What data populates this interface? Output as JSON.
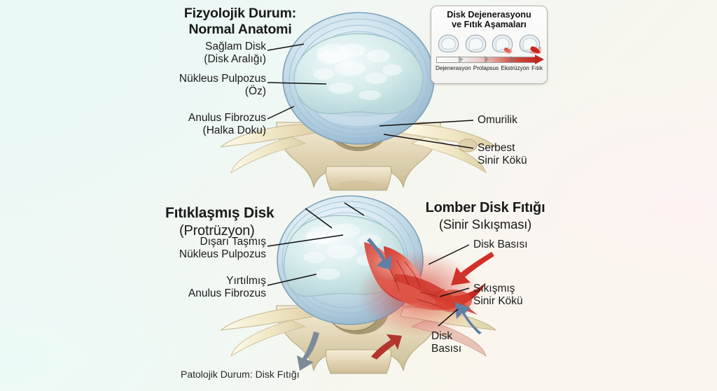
{
  "meta": {
    "language": "tr",
    "subject": "Lomber Disk Fıtığı - Normal Anatomi ve Fıtıklaşmış Disk karşılaştırması"
  },
  "colors": {
    "background_top_left": "#e9f9f7",
    "background_bottom_right": "#fbf7f0",
    "text": "#1a1a1a",
    "leader_line": "#111111",
    "herniation_red": "#d0342a",
    "nerve_arrow_blue": "#5b7fa6",
    "disk_blue": "#b9d4e3",
    "bone_cream": "#e6dcc2",
    "inset_border": "#b9b7ae"
  },
  "top_panel": {
    "title": "Fizyolojik Durum:\nNormal Anatomi",
    "labels_left": [
      {
        "id": "saglam-disk",
        "text": "Sağlam Disk\n(Disk Aralığı)"
      },
      {
        "id": "nukleus-pulpozus",
        "text": "Nükleus Pulpozus\n(Öz)"
      },
      {
        "id": "anulus-fibrozus",
        "text": "Anulus Fibrozus\n(Halka Doku)"
      }
    ],
    "labels_right": [
      {
        "id": "omurilik",
        "text": "Omurilik"
      },
      {
        "id": "serbest-sinir-koku",
        "text": "Serbest\nSinir Kökü"
      }
    ]
  },
  "bottom_panel": {
    "title_left": "Fıtıklaşmış Disk",
    "subtitle_left": "(Protrüzyon)",
    "title_right": "Lomber Disk Fıtığı",
    "subtitle_right": "(Sinir Sıkışması)",
    "labels_left": [
      {
        "id": "disari-tasmis-nukleus",
        "text": "Dışarı Taşmış\nNükleus Pulpozus"
      },
      {
        "id": "yirtilmis-anulus",
        "text": "Yırtılmış\nAnulus Fibrozus"
      }
    ],
    "labels_right": [
      {
        "id": "disk-basisi-ust",
        "text": "Disk Basısı"
      },
      {
        "id": "sikismis-sinir-koku",
        "text": "Sıkışmış\nSinir Kökü"
      },
      {
        "id": "disk-basisi-alt",
        "text": "Disk\nBasısı"
      }
    ],
    "caption": "Patolojik Durum: Disk Fıtığı"
  },
  "inset": {
    "title": "Disk Dejenerasyonu\nve Fıtık Aşamaları",
    "stages": [
      {
        "label": "Dejenerasyon",
        "severity": 0
      },
      {
        "label": "Prolapsus",
        "severity": 1
      },
      {
        "label": "Ekstrüzyon",
        "severity": 2
      },
      {
        "label": "Fıtık",
        "severity": 3
      }
    ]
  }
}
